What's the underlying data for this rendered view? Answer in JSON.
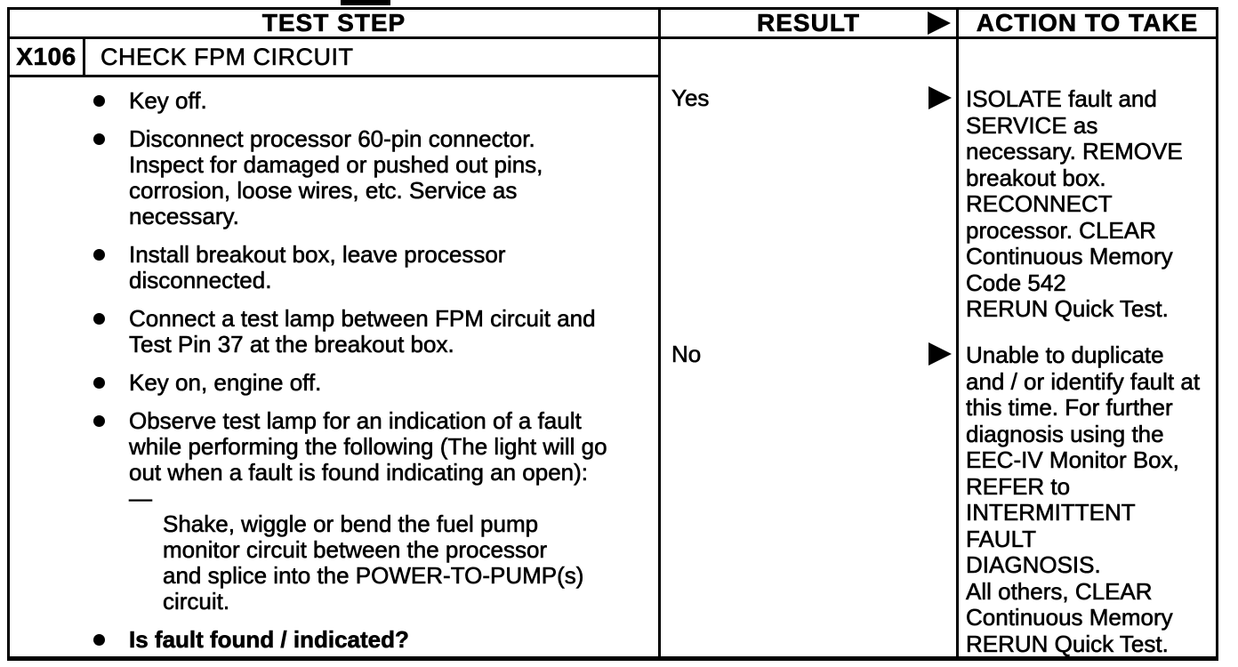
{
  "colors": {
    "ink": "#000000",
    "paper": "#ffffff"
  },
  "icons": {
    "result_arrow": "solid-right-triangle",
    "bullet": "filled-circle",
    "sub_bullet_dash": "—"
  },
  "table": {
    "headers": {
      "test_step": "TEST STEP",
      "result": "RESULT",
      "action": "ACTION TO TAKE"
    },
    "step": {
      "id": "X106",
      "title": "CHECK FPM CIRCUIT"
    },
    "bullets": [
      {
        "lines": [
          "Key off."
        ]
      },
      {
        "lines": [
          "Disconnect processor 60-pin connector.",
          "Inspect for damaged or pushed out pins,",
          "corrosion, loose wires, etc. Service as",
          "necessary."
        ]
      },
      {
        "lines": [
          "Install breakout box, leave processor",
          "disconnected."
        ]
      },
      {
        "lines": [
          "Connect a test lamp between FPM circuit and",
          "Test Pin 37 at the breakout box."
        ]
      },
      {
        "lines": [
          "Key on, engine off."
        ]
      },
      {
        "lines": [
          "Observe test lamp for an indication of a fault",
          "while performing the following (The light will go",
          "out when a fault is found indicating an open):"
        ],
        "sub": {
          "dash": "—",
          "lines": [
            "Shake, wiggle or bend the fuel pump",
            "monitor circuit between the processor",
            "and splice into the POWER-TO-PUMP(s)",
            "circuit."
          ]
        }
      },
      {
        "lines": [
          "Is fault found / indicated?"
        ],
        "bold": true
      }
    ],
    "results": [
      {
        "label": "Yes",
        "action_lines": [
          "ISOLATE fault and",
          "SERVICE as",
          "necessary. REMOVE",
          "breakout box.",
          "RECONNECT",
          "processor. CLEAR",
          "Continuous Memory",
          "Code 542",
          "RERUN Quick Test."
        ]
      },
      {
        "label": "No",
        "action_lines": [
          "Unable to duplicate",
          "and / or identify fault at",
          "this time. For further",
          "diagnosis using the",
          "EEC-IV Monitor Box,",
          "REFER to",
          "INTERMITTENT",
          "FAULT",
          "DIAGNOSIS.",
          "All others, CLEAR",
          "Continuous Memory",
          "RERUN  Quick Test."
        ]
      }
    ]
  }
}
